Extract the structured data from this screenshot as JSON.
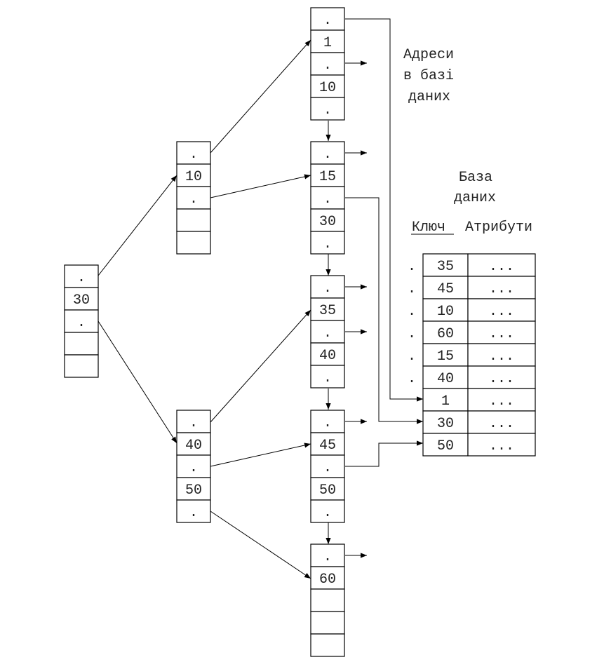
{
  "labels": {
    "addresses": [
      "Адреси",
      "в базі",
      "даних"
    ],
    "database": [
      "База",
      "даних"
    ],
    "key_header": "Ключ",
    "attrs_header": "Атрибути"
  },
  "nodes": [
    {
      "id": "root",
      "cells": [
        ".",
        "30",
        ".",
        "",
        ""
      ]
    },
    {
      "id": "n10",
      "cells": [
        ".",
        "10",
        ".",
        "",
        ""
      ]
    },
    {
      "id": "n40",
      "cells": [
        ".",
        "40",
        ".",
        "50",
        "."
      ]
    },
    {
      "id": "leaf1",
      "cells": [
        ".",
        "1",
        ".",
        "10",
        "."
      ]
    },
    {
      "id": "leaf15",
      "cells": [
        ".",
        "15",
        ".",
        "30",
        "."
      ]
    },
    {
      "id": "leaf35",
      "cells": [
        ".",
        "35",
        ".",
        "40",
        "."
      ]
    },
    {
      "id": "leaf45",
      "cells": [
        ".",
        "45",
        ".",
        "50",
        "."
      ]
    },
    {
      "id": "leaf60",
      "cells": [
        ".",
        "60",
        "",
        "",
        ""
      ]
    }
  ],
  "database": {
    "rows": [
      {
        "key": "35",
        "attrs": "...",
        "pointer": "."
      },
      {
        "key": "45",
        "attrs": "...",
        "pointer": "."
      },
      {
        "key": "10",
        "attrs": "...",
        "pointer": "."
      },
      {
        "key": "60",
        "attrs": "...",
        "pointer": "."
      },
      {
        "key": "15",
        "attrs": "...",
        "pointer": "."
      },
      {
        "key": "40",
        "attrs": "...",
        "pointer": "."
      },
      {
        "key": "1",
        "attrs": "...",
        "pointer": ""
      },
      {
        "key": "30",
        "attrs": "...",
        "pointer": ""
      },
      {
        "key": "50",
        "attrs": "...",
        "pointer": ""
      }
    ]
  }
}
